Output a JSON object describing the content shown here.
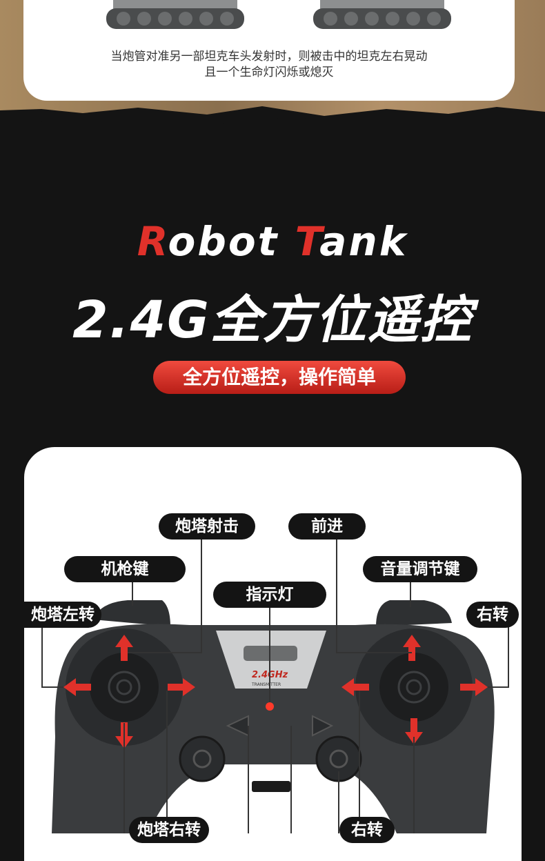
{
  "top_caption": {
    "line1": "当炮管对准另一部坦克车头发射时，则被击中的坦克左右晃动",
    "line2": "且一个生命灯闪烁或熄灭"
  },
  "hero": {
    "robot": "R",
    "robot_rest": "obot ",
    "tank": "T",
    "tank_rest": "ank",
    "main_title": "2.4G全方位遥控",
    "pill": "全方位遥控，操作简单"
  },
  "controller": {
    "screen_text": "2.4GHz",
    "screen_sub": "TRANSMITTER",
    "labels": {
      "turret_fire": "炮塔射击",
      "forward": "前进",
      "machine_gun": "机枪键",
      "volume": "音量调节键",
      "indicator": "指示灯",
      "turret_left": "炮塔左转",
      "turn_right": "右转",
      "turret_right": "炮塔右转",
      "right_turn_bottom": "右转"
    }
  },
  "colors": {
    "accent_red": "#e0312a",
    "dark": "#141414"
  }
}
